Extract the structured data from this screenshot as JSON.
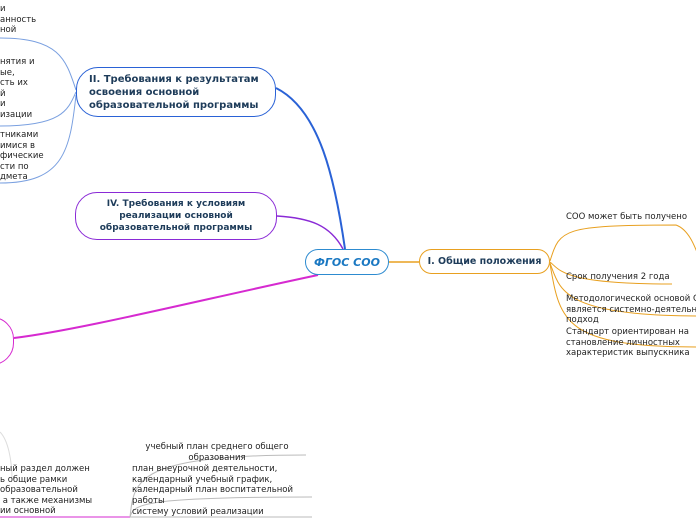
{
  "center": {
    "label": "ФГОС СОО"
  },
  "branches": {
    "results": {
      "label": "II. Требования к результатам освоения основной образовательной программы"
    },
    "conditions": {
      "label": "IV. Требования к условиям реализации основной образовательной программы"
    },
    "general": {
      "label": "I. Общие положения"
    }
  },
  "general_items": {
    "item1": "СОО может быть получено",
    "item2": "Срок получения 2 года",
    "item3": "Методологической основой С\nявляется системно-деятельно\nподход",
    "item4": "Стандарт ориентирован на\nстановление личностных\nхарактеристик выпускника"
  },
  "results_fragments": {
    "frag1": "и\nанность\nной",
    "frag2": "нятия и\nые,\nсть их\nй\nи\nизации",
    "frag3": "тниками\nимися в\nфические\nсти по\nдмета"
  },
  "structure_items": {
    "item1": "учебный план среднего общего\nобразования",
    "item2": "план внеурочной деятельности,\nкалендарный учебный график,\nкалендарный план воспитательной\nработы",
    "item3": "систему условий реализации"
  },
  "left_fragment": "ный раздел должен\nь общие рамки\nобразовательной\n а также механизмы\nии основной",
  "colors": {
    "center": "#2d8bd0",
    "results": "#2a62d6",
    "conditions": "#8a2ad6",
    "general": "#e8a020",
    "structure": "#d62ad0"
  }
}
